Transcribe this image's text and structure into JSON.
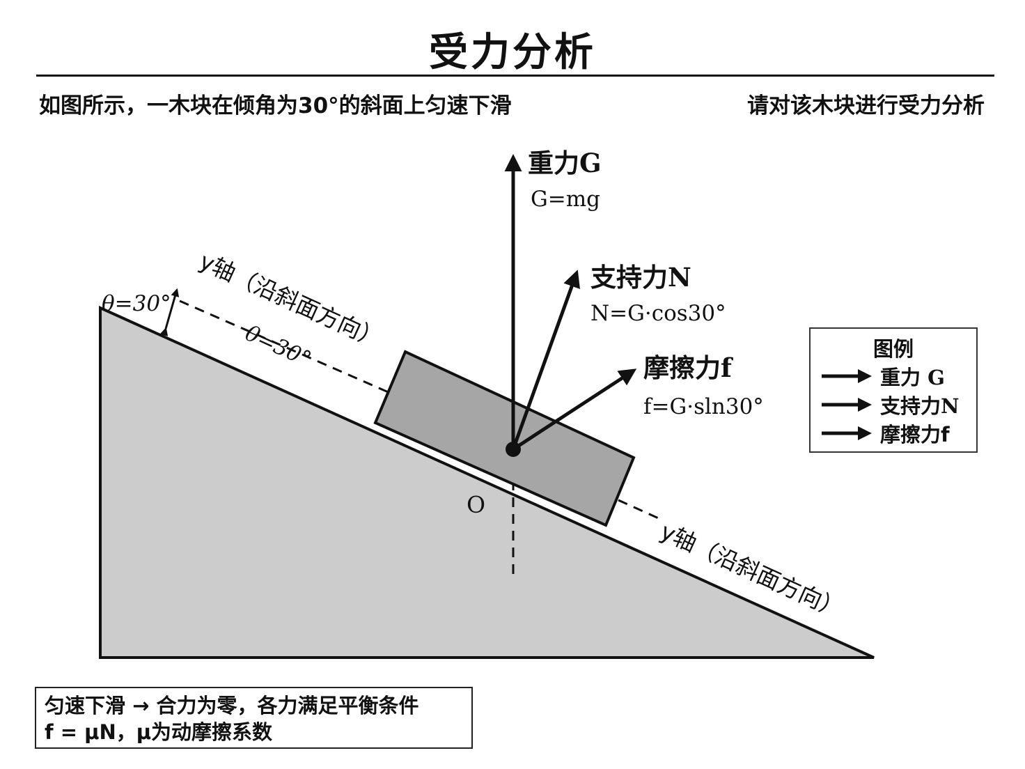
{
  "title": "受力分析",
  "intro": {
    "left": "如图所示，一木块在倾角为30°的斜面上匀速下滑",
    "right": "请对该木块进行受力分析"
  },
  "labels": {
    "gravity_name": "重力G",
    "gravity_formula": "G=mg",
    "normal_name": "支持力N",
    "normal_formula": "N=G·cos30°",
    "friction_name": "摩擦力f",
    "friction_formula": "f=G·sln30°",
    "axis_upper": "y轴（沿斜面方向）",
    "axis_lower": "y轴（沿斜面方向）",
    "theta_corner": "θ=30°",
    "theta_axis": "θ=30°",
    "origin": "O"
  },
  "legend": {
    "title": "图例",
    "items": [
      "重力 G",
      "支持力N",
      "摩擦力f"
    ]
  },
  "note": {
    "line1": "匀速下滑 → 合力为零，各力满足平衡条件",
    "line2": "f = μN，μ为动摩擦系数"
  },
  "colors": {
    "incline_fill": "#cccccc",
    "block_fill": "#a6a6a6",
    "line": "#111111"
  }
}
